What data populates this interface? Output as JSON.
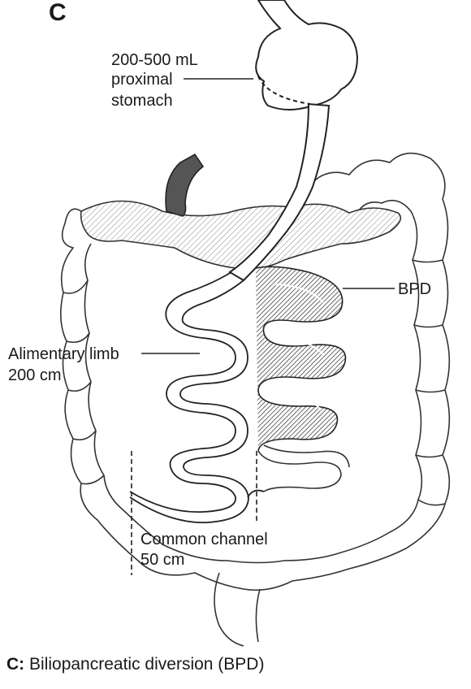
{
  "figure": {
    "panel_letter": "C",
    "labels": {
      "stomach": [
        "200-500 mL",
        "proximal",
        "stomach"
      ],
      "bpd": "BPD",
      "alimentary": [
        "Alimentary limb",
        "200 cm"
      ],
      "common": [
        "Common channel",
        "50 cm"
      ]
    },
    "caption": {
      "prefix": "C:",
      "text": "Biliopancreatic diversion (BPD)"
    }
  }
}
